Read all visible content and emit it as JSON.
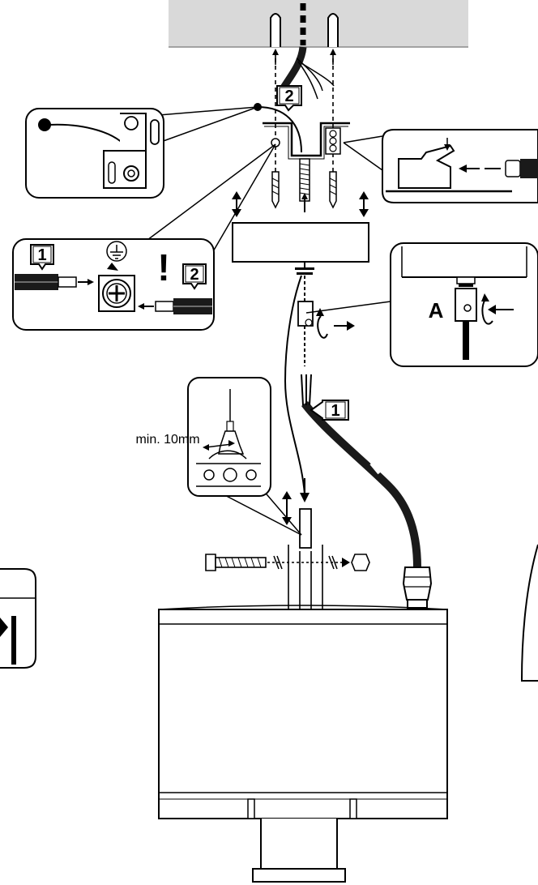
{
  "labels": {
    "step_one": "1",
    "step_two": "2",
    "detail_a": "A",
    "min_strip": "min. 10mm",
    "warning": "!"
  },
  "icons": [
    "ground-symbol-icon",
    "rotate-arrow-icon",
    "warning-icon"
  ],
  "colors": {
    "ceiling": "#d9d9d9",
    "cable": "#1a1a1a",
    "outline": "#000000",
    "background": "#ffffff"
  }
}
